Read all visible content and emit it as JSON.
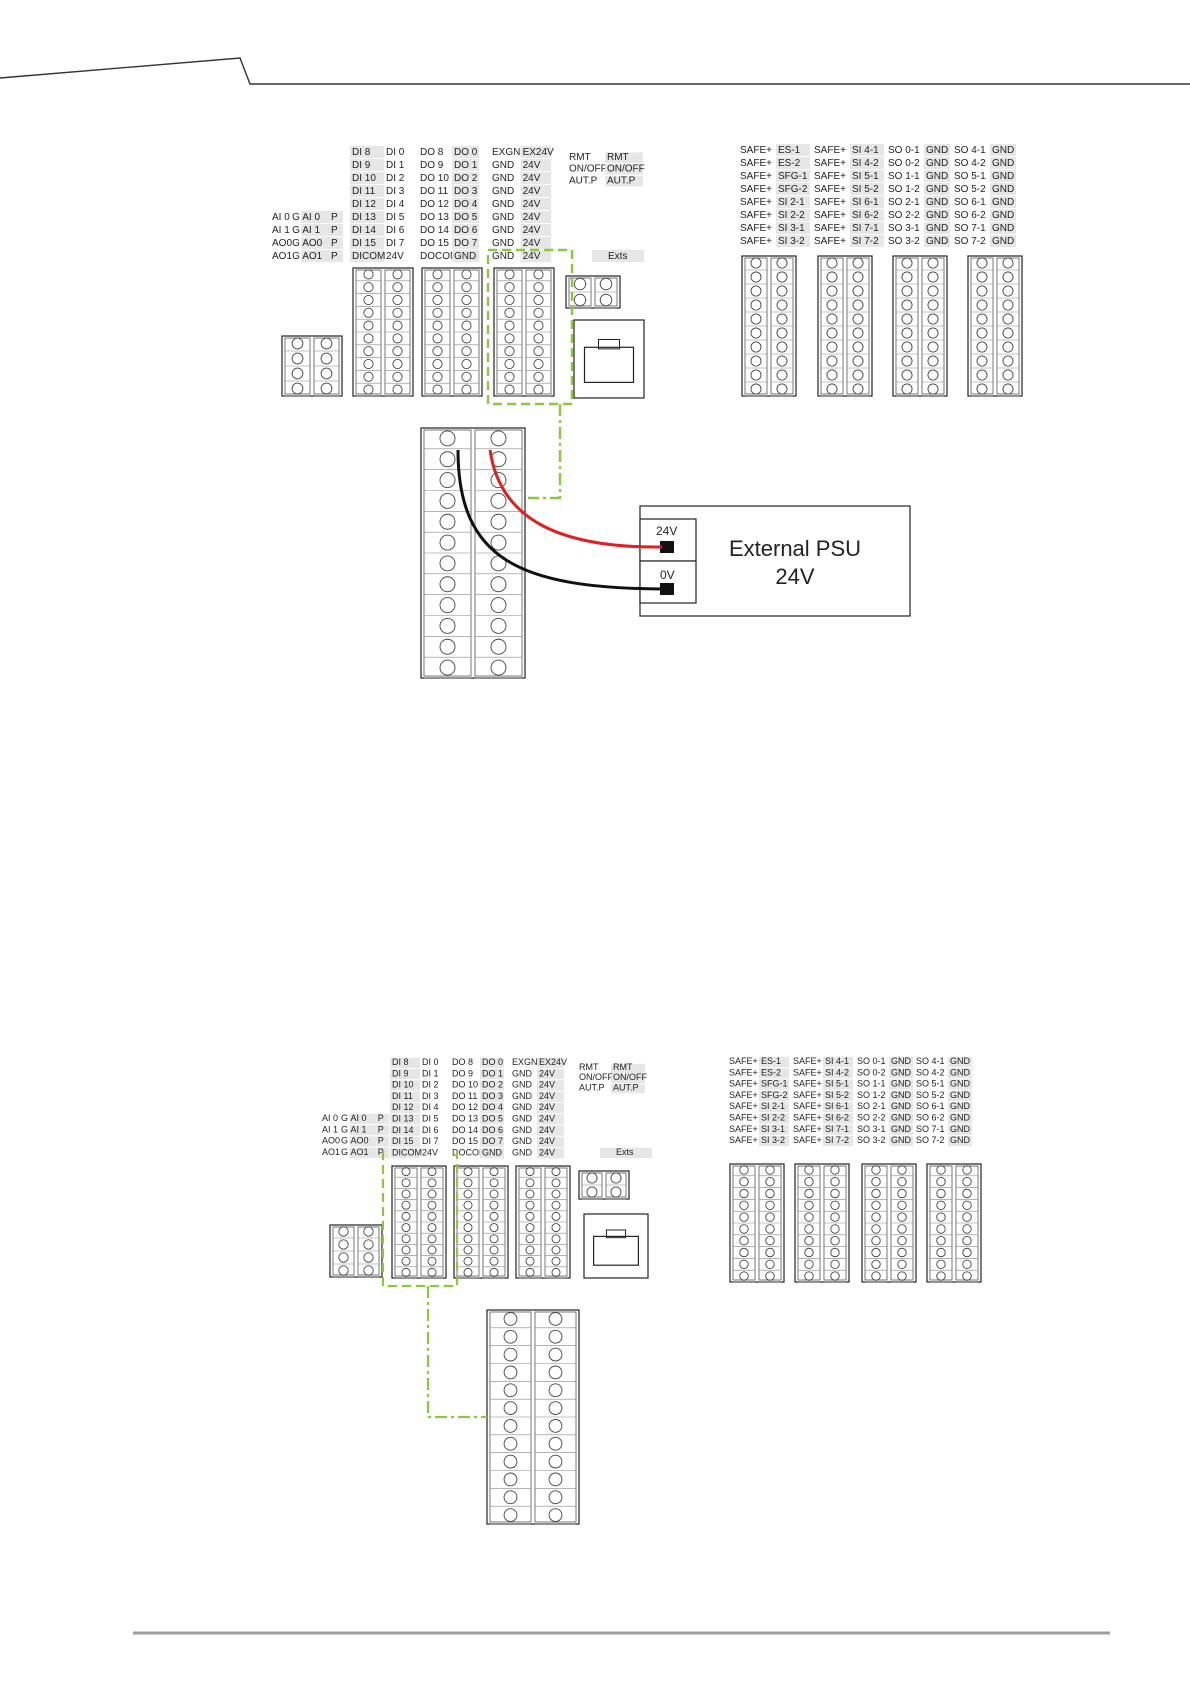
{
  "top": {
    "ai_labels": [
      [
        "AI 0",
        "G",
        "AI 0",
        "P"
      ],
      [
        "AI 1",
        "G",
        "AI 1",
        "P"
      ],
      [
        "AO0",
        "G",
        "AO0",
        "P"
      ],
      [
        "AO1",
        "G",
        "AO1",
        "P"
      ]
    ],
    "di_cols": [
      [
        "DI 8",
        "DI 9",
        "DI 10",
        "DI 11",
        "DI 12",
        "DI 13",
        "DI 14",
        "DI 15",
        "DICOM"
      ],
      [
        "DI 0",
        "DI 1",
        "DI 2",
        "DI 3",
        "DI 4",
        "DI 5",
        "DI 6",
        "DI 7",
        "24V"
      ]
    ],
    "do_cols": [
      [
        "DO 8",
        "DO 9",
        "DO 10",
        "DO 11",
        "DO 12",
        "DO 13",
        "DO 14",
        "DO 15",
        "DOCOM"
      ],
      [
        "DO 0",
        "DO 1",
        "DO 2",
        "DO 3",
        "DO 4",
        "DO 5",
        "DO 6",
        "DO 7",
        "GND"
      ]
    ],
    "pwr_cols": [
      [
        "EXGND",
        "GND",
        "GND",
        "GND",
        "GND",
        "GND",
        "GND",
        "GND",
        "GND"
      ],
      [
        "EX24V",
        "24V",
        "24V",
        "24V",
        "24V",
        "24V",
        "24V",
        "24V",
        "24V"
      ]
    ],
    "rmt": [
      [
        "RMT",
        "ON/OFF",
        "AUT.P"
      ],
      [
        "RMT",
        "ON/OFF",
        "AUT.P"
      ]
    ],
    "exts": "Exts",
    "safe_cols": [
      [
        "SAFE+",
        "SAFE+",
        "SAFE+",
        "SAFE+",
        "SAFE+",
        "SAFE+",
        "SAFE+",
        "SAFE+"
      ],
      [
        "ES-1",
        "ES-2",
        "SFG-1",
        "SFG-2",
        "SI 2-1",
        "SI 2-2",
        "SI 3-1",
        "SI 3-2"
      ],
      [
        "SAFE+",
        "SAFE+",
        "SAFE+",
        "SAFE+",
        "SAFE+",
        "SAFE+",
        "SAFE+",
        "SAFE+"
      ],
      [
        "SI 4-1",
        "SI 4-2",
        "SI 5-1",
        "SI 5-2",
        "SI 6-1",
        "SI 6-2",
        "SI 7-1",
        "SI 7-2"
      ],
      [
        "SO 0-1",
        "SO 0-2",
        "SO 1-1",
        "SO 1-2",
        "SO 2-1",
        "SO 2-2",
        "SO 3-1",
        "SO 3-2"
      ],
      [
        "GND",
        "GND",
        "GND",
        "GND",
        "GND",
        "GND",
        "GND",
        "GND"
      ],
      [
        "SO 4-1",
        "SO 4-2",
        "SO 5-1",
        "SO 5-2",
        "SO 6-1",
        "SO 6-2",
        "SO 7-1",
        "SO 7-2"
      ],
      [
        "GND",
        "GND",
        "GND",
        "GND",
        "GND",
        "GND",
        "GND",
        "GND"
      ]
    ]
  },
  "psu": {
    "title_line1": "External PSU",
    "title_line2": "24V",
    "pos_label": "24V",
    "neg_label": "0V"
  },
  "colors": {
    "green_dash": "#8dc63f",
    "red_wire": "#e02020",
    "black_wire": "#111111",
    "header_line": "#333333",
    "footer_line": "#9e9e9e"
  }
}
